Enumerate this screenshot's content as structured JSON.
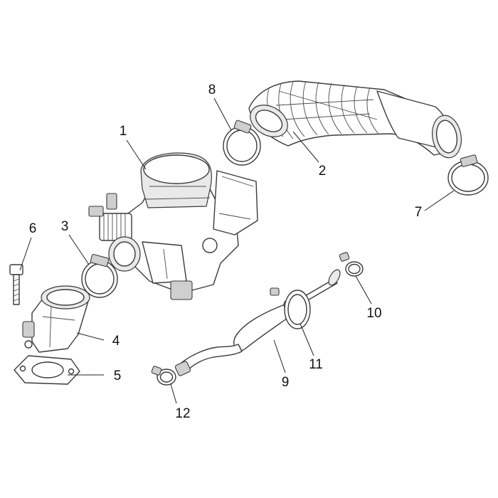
{
  "callouts": [
    {
      "id": "1",
      "label": "1"
    },
    {
      "id": "2",
      "label": "2"
    },
    {
      "id": "3",
      "label": "3"
    },
    {
      "id": "4",
      "label": "4"
    },
    {
      "id": "5",
      "label": "5"
    },
    {
      "id": "6",
      "label": "6"
    },
    {
      "id": "7",
      "label": "7"
    },
    {
      "id": "8",
      "label": "8"
    },
    {
      "id": "9",
      "label": "9"
    },
    {
      "id": "10",
      "label": "10"
    },
    {
      "id": "11",
      "label": "11"
    },
    {
      "id": "12",
      "label": "12"
    }
  ],
  "colors": {
    "line": "#3a3a3a",
    "background": "#ffffff",
    "text": "#111111"
  }
}
